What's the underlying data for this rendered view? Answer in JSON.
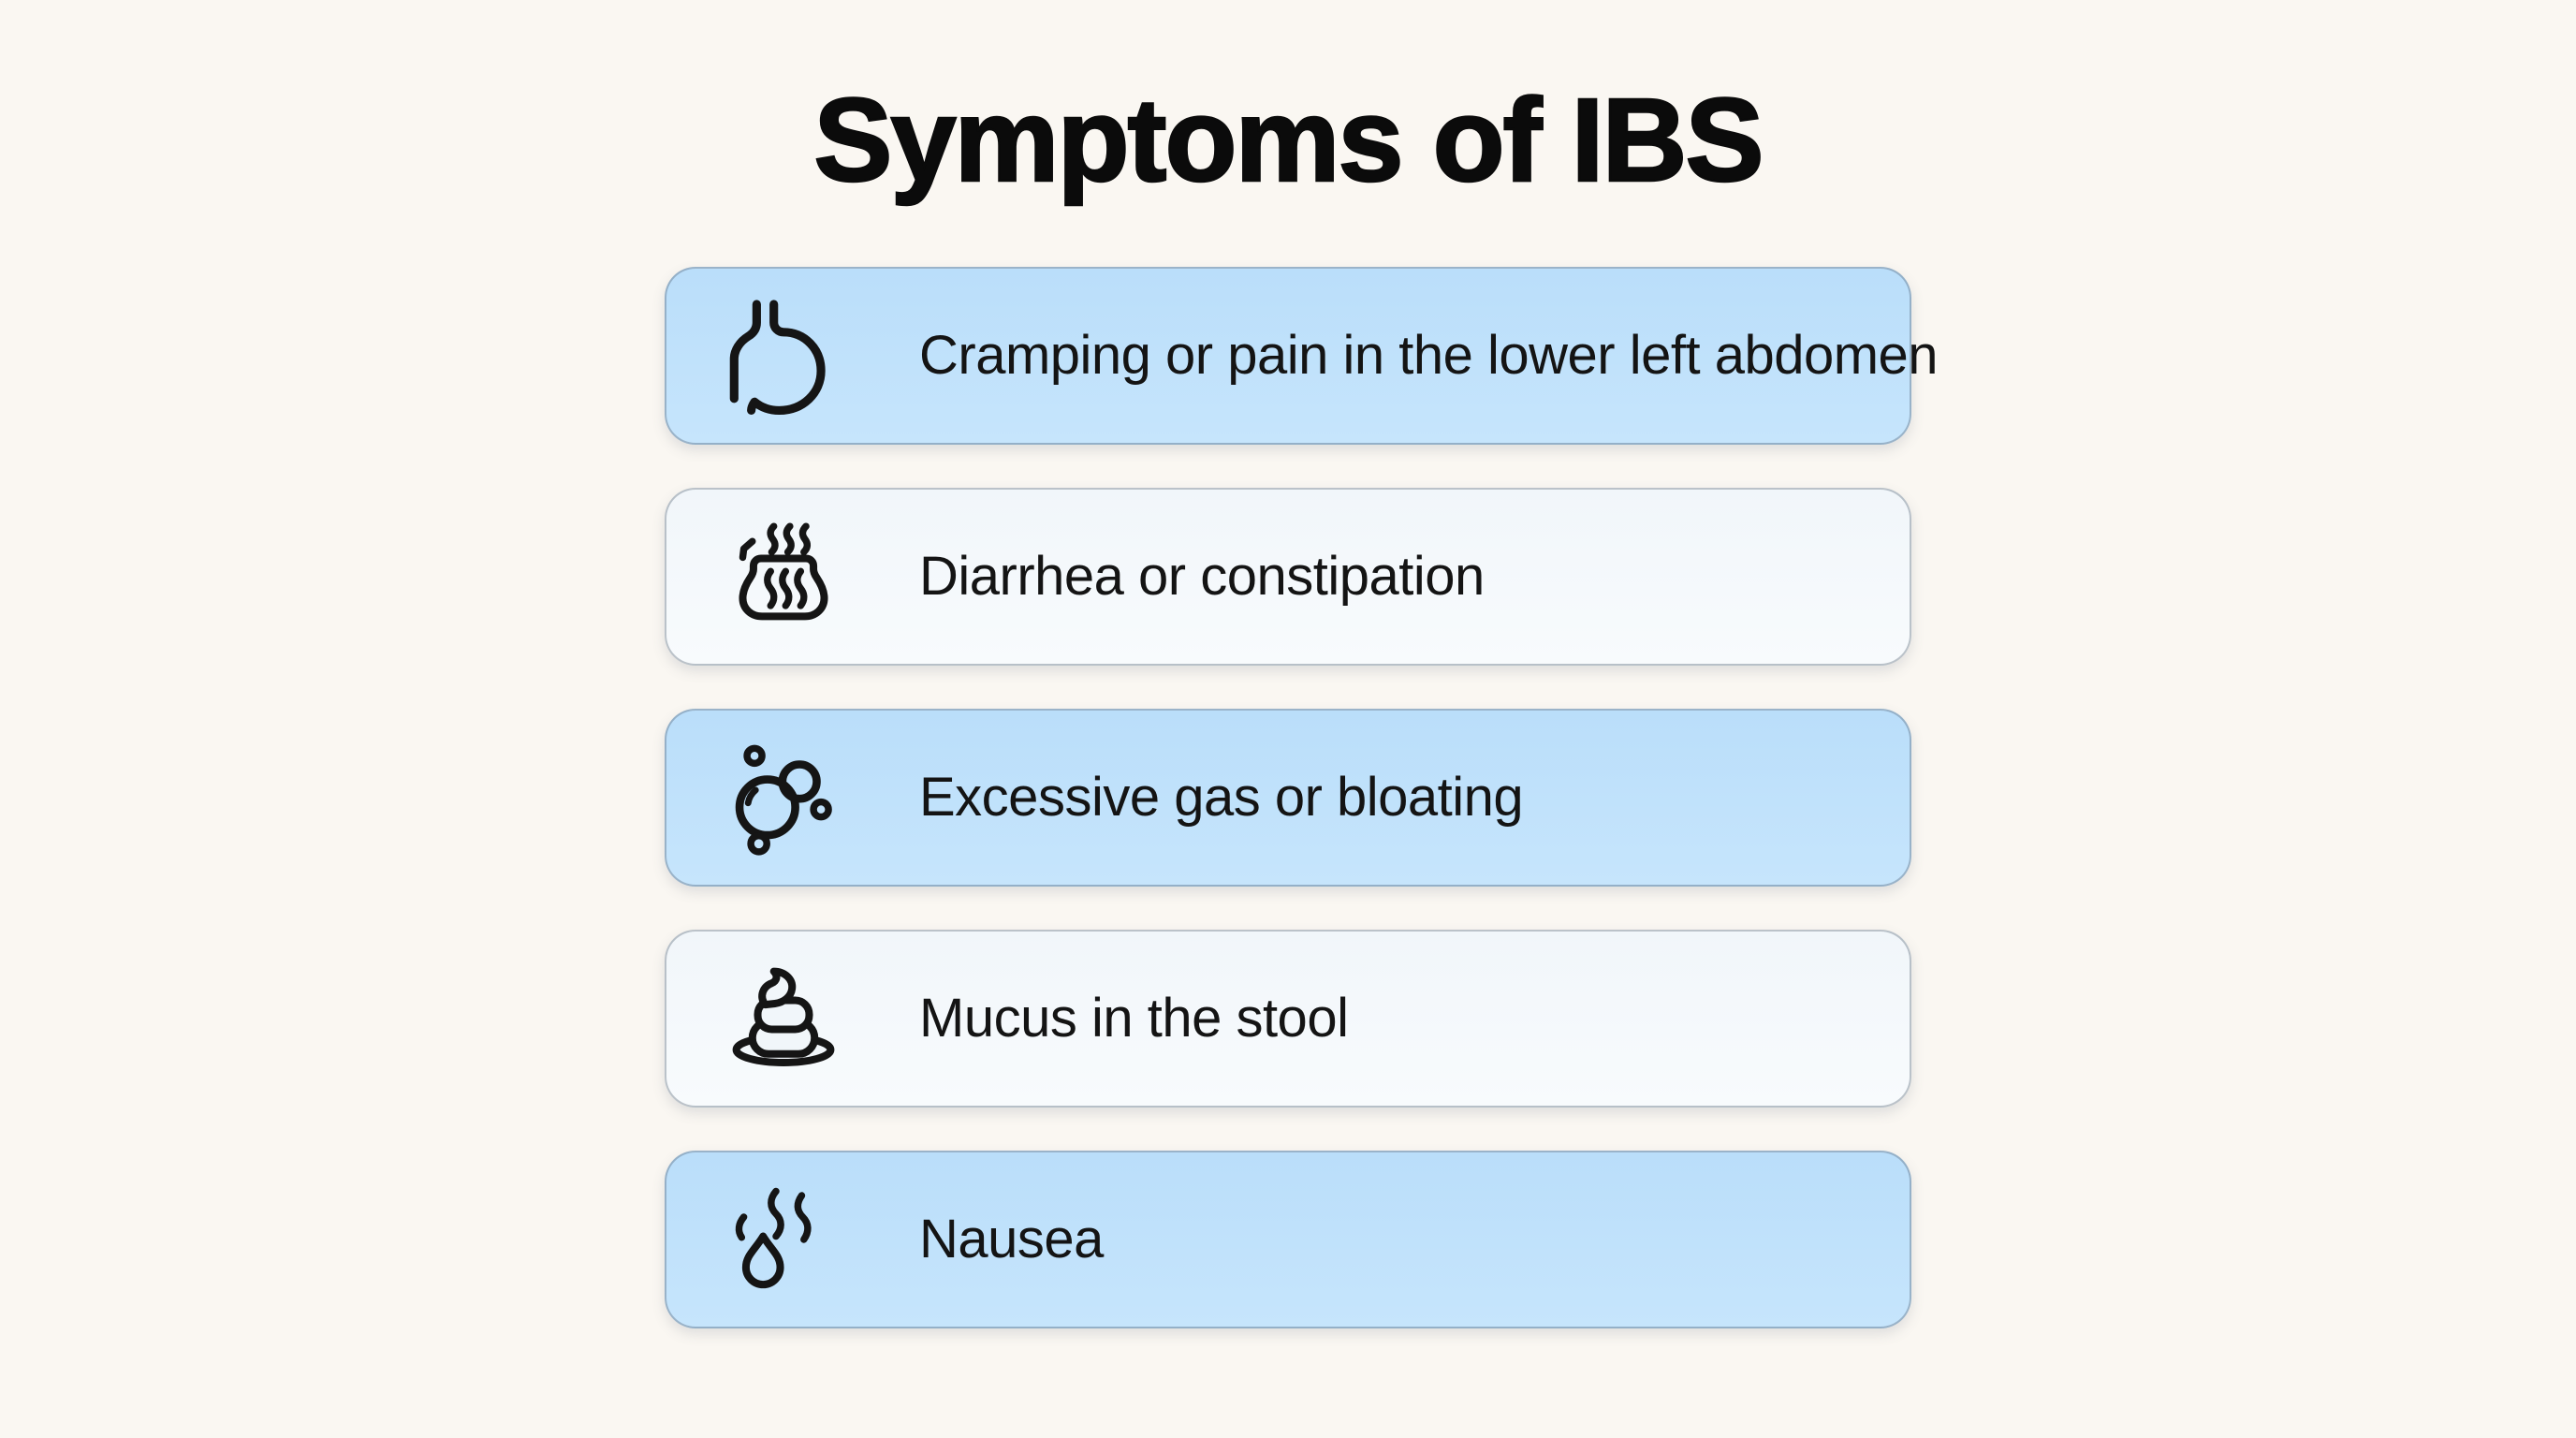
{
  "title": "Symptoms of IBS",
  "colors": {
    "page_bg": "#FAF7F2",
    "card_blue": "#BADEFA",
    "card_light": "#F1F6FA",
    "card_border": "#97A3AE",
    "text": "#141414",
    "title": "#0B0B0B",
    "icon_stroke": "#151515"
  },
  "symptoms": [
    {
      "label": "Cramping or pain in the lower left abdomen",
      "icon": "stomach-icon",
      "variant": "blue"
    },
    {
      "label": "Diarrhea or constipation",
      "icon": "steaming-bowel-icon",
      "variant": "light"
    },
    {
      "label": "Excessive gas or bloating",
      "icon": "gas-bubbles-icon",
      "variant": "blue"
    },
    {
      "label": "Mucus in the stool",
      "icon": "stool-icon",
      "variant": "light"
    },
    {
      "label": "Nausea",
      "icon": "nausea-drop-icon",
      "variant": "blue"
    }
  ]
}
